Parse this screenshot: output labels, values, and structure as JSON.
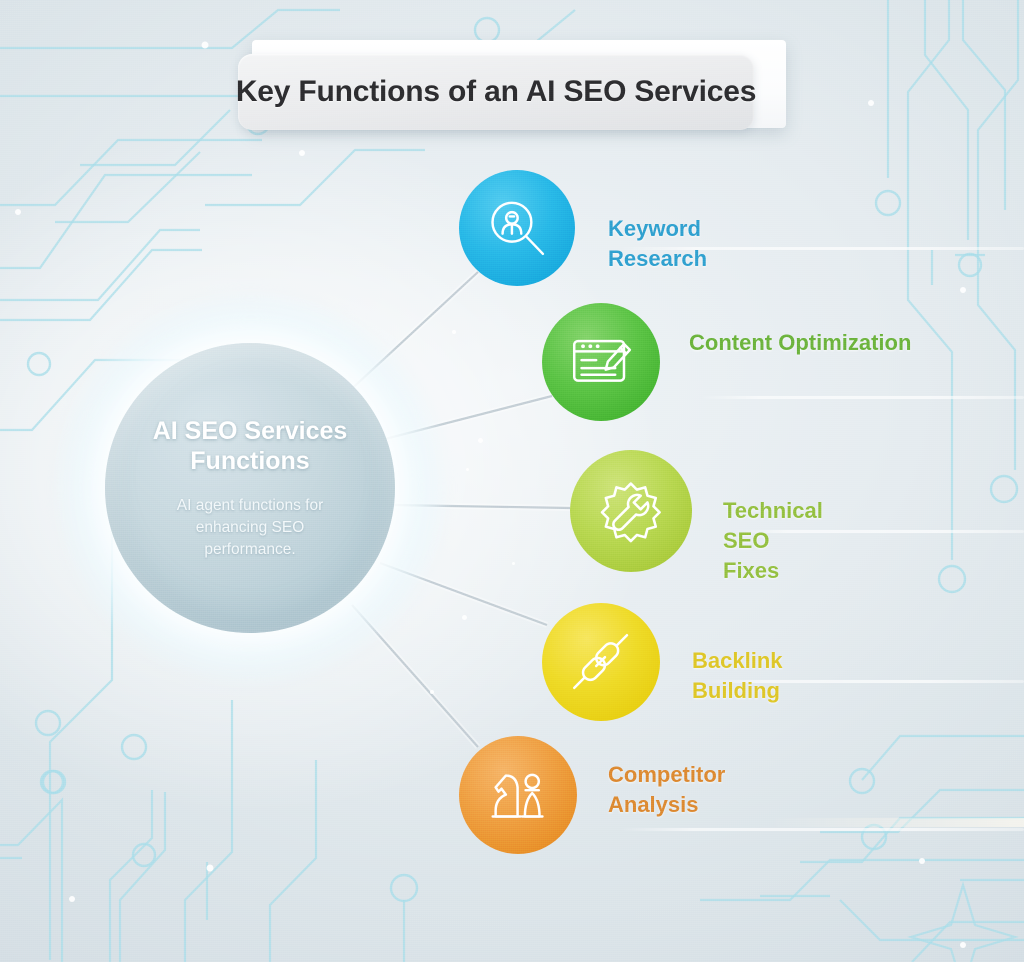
{
  "header": {
    "title": "Key Functions of an AI SEO Services"
  },
  "hub": {
    "title": "AI SEO Services Functions",
    "subtitle": "AI agent functions for enhancing SEO performance."
  },
  "nodes": [
    {
      "label": "Keyword Research",
      "icon": "magnifier-person-icon",
      "color": "#29b6e8",
      "color_dark": "#0aa3dc",
      "text_color": "#2e9ccd"
    },
    {
      "label": "Content Optimization",
      "icon": "document-pencil-icon",
      "color": "#62c44c",
      "color_dark": "#45ae33",
      "text_color": "#67b03a"
    },
    {
      "label": "Technical SEO Fixes",
      "icon": "gear-wrench-icon",
      "color": "#b3d44a",
      "color_dark": "#a0c636",
      "text_color": "#8fbd3e"
    },
    {
      "label": "Backlink Building",
      "icon": "chain-link-icon",
      "color": "#ecd522",
      "color_dark": "#e3c810",
      "text_color": "#ddc427"
    },
    {
      "label": "Competitor Analysis",
      "icon": "chess-pieces-icon",
      "color": "#ee9a3e",
      "color_dark": "#e5872a",
      "text_color": "#db8430"
    }
  ],
  "background": {
    "circuit_color": "#a5dce8",
    "base_color": "#dae3e8",
    "sparkle_icon": "four-point-star-icon"
  }
}
